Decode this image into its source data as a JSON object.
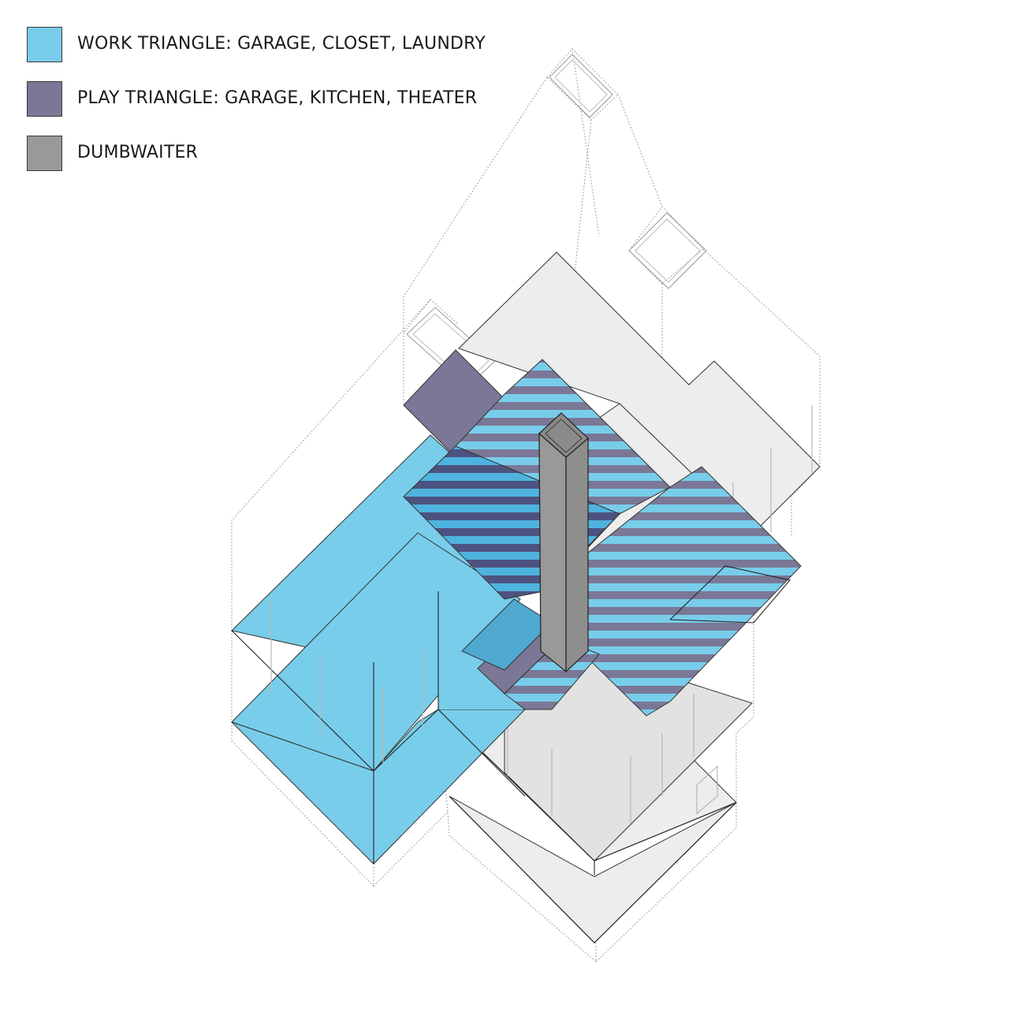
{
  "legend": {
    "items": [
      {
        "label": "WORK TRIANGLE: GARAGE, CLOSET, LAUNDRY",
        "color": "#78cdea"
      },
      {
        "label": "PLAY TRIANGLE: GARAGE, KITCHEN, THEATER",
        "color": "#7a7896"
      },
      {
        "label": "DUMBWAITER",
        "color": "#999999"
      }
    ]
  },
  "colors": {
    "work": "#78cdea",
    "play": "#7a7896",
    "overlap_dark": "#52577d",
    "dumbwaiter": "#999999",
    "dumbwaiter_top": "#8a8a8a",
    "floor": "#ededed"
  }
}
